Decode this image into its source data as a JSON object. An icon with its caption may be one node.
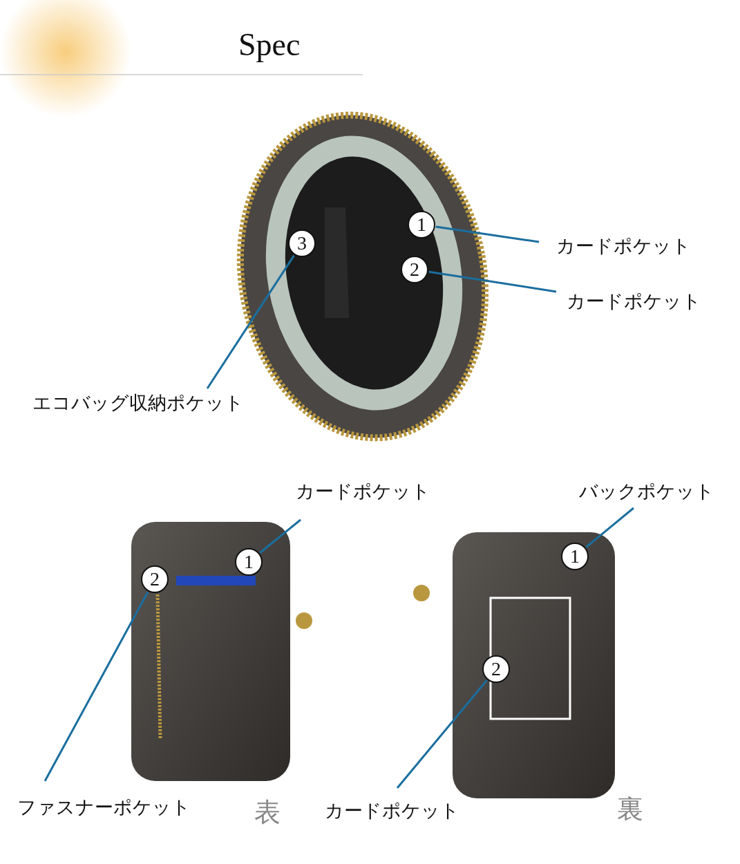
{
  "diagram": {
    "title": "Spec",
    "nodes": [
      {
        "text": [
          "1"
        ]
      },
      {
        "text": [
          "カードポケット"
        ]
      },
      {
        "text": [
          "2"
        ]
      },
      {
        "text": [
          "カードポケット"
        ]
      },
      {
        "text": [
          "3"
        ]
      },
      {
        "text": [
          "エコバッグ収納ポケット"
        ]
      },
      {
        "text": [
          "1"
        ]
      },
      {
        "text": [
          "カードポケット"
        ]
      },
      {
        "text": [
          "2"
        ]
      },
      {
        "text": [
          "ファスナーポケット"
        ]
      },
      {
        "text": [
          "1"
        ]
      },
      {
        "text": [
          "バックポケット"
        ]
      },
      {
        "text": [
          "2"
        ]
      },
      {
        "text": [
          "カードポケット"
        ]
      }
    ],
    "edges": [
      {
        "from": 1,
        "to": 0,
        "arrow": "none"
      },
      {
        "from": 3,
        "to": 2,
        "arrow": "none"
      },
      {
        "from": 5,
        "to": 4,
        "arrow": "none"
      },
      {
        "from": 7,
        "to": 6,
        "arrow": "none"
      },
      {
        "from": 9,
        "to": 8,
        "arrow": "none"
      },
      {
        "from": 11,
        "to": 10,
        "arrow": "none"
      },
      {
        "from": 13,
        "to": 12,
        "arrow": "none"
      }
    ],
    "labels": [
      "表",
      "裏"
    ]
  }
}
